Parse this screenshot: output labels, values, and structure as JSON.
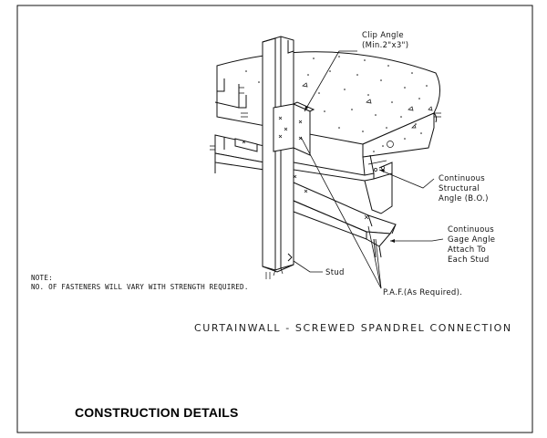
{
  "labels": {
    "clip_angle_line1": "Clip Angle",
    "clip_angle_line2": "(Min.2\"x3\")",
    "structural_line1": "Continuous",
    "structural_line2": "Structural",
    "structural_line3": "Angle (B.O.)",
    "gage_line1": "Continuous",
    "gage_line2": "Gage Angle",
    "gage_line3": "Attach To",
    "gage_line4": "Each Stud",
    "stud": "Stud",
    "paf": "P.A.F.(As Required)."
  },
  "note": {
    "heading": "NOTE:",
    "text": "NO. OF FASTENERS WILL VARY WITH STRENGTH REQUIRED."
  },
  "drawing_title": "CURTAINWALL - SCREWED SPANDREL CONNECTION",
  "footer_title": "CONSTRUCTION DETAILS",
  "colors": {
    "line": "#111111",
    "background": "#ffffff"
  }
}
